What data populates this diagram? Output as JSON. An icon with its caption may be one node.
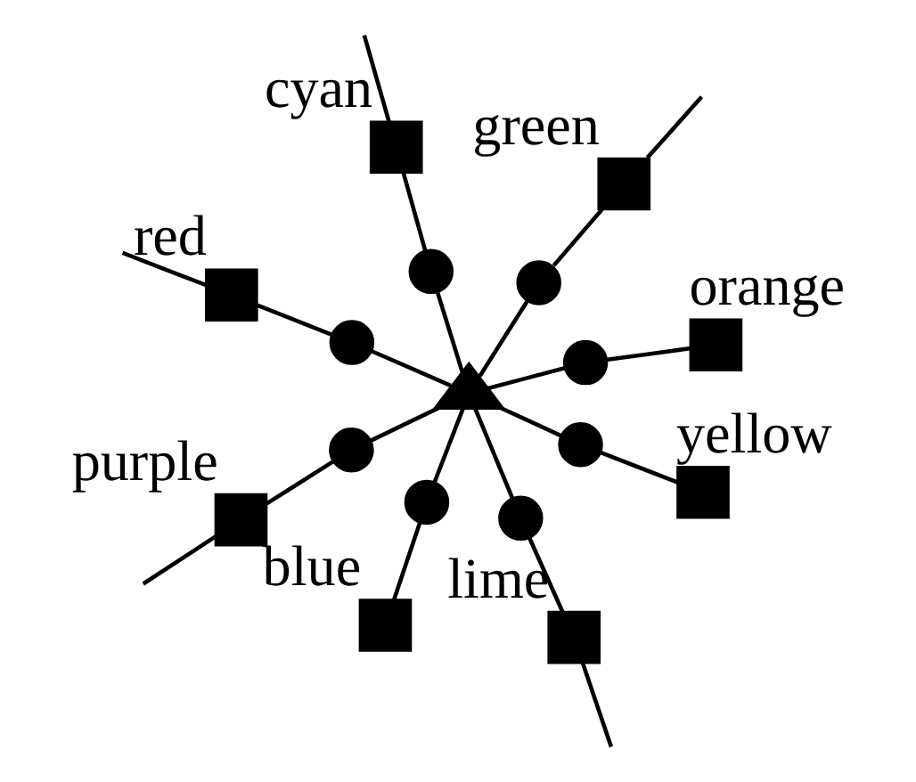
{
  "diagram": {
    "nodes": [
      {
        "text": [],
        "shape": "triangle"
      },
      {
        "text": [],
        "shape": "circle"
      },
      {
        "text": [],
        "shape": "box",
        "beside": [
          "yellow"
        ]
      },
      {
        "text": [],
        "shape": "circle"
      },
      {
        "text": [],
        "shape": "box",
        "beside": [
          "orange"
        ]
      },
      {
        "text": [],
        "shape": "circle"
      },
      {
        "text": [],
        "shape": "box",
        "beside": [
          "red"
        ]
      },
      {
        "text": [],
        "shape": "circle"
      },
      {
        "text": [],
        "shape": "box",
        "beside": [
          "purple"
        ]
      },
      {
        "text": [],
        "shape": "circle"
      },
      {
        "text": [],
        "shape": "box",
        "beside": [
          "blue"
        ]
      },
      {
        "text": [],
        "shape": "circle"
      },
      {
        "text": [],
        "shape": "box",
        "beside": [
          "cyan"
        ]
      },
      {
        "text": [],
        "shape": "circle"
      },
      {
        "text": [],
        "shape": "box",
        "beside": [
          "green"
        ]
      },
      {
        "text": [],
        "shape": "circle"
      },
      {
        "text": [],
        "shape": "box",
        "beside": [
          "lime"
        ]
      }
    ],
    "edges": [
      {
        "from": 0,
        "to": 1,
        "arrow": "none"
      },
      {
        "from": 1,
        "to": 2,
        "arrow": "none"
      },
      {
        "from": 0,
        "to": 3,
        "arrow": "none"
      },
      {
        "from": 3,
        "to": 4,
        "arrow": "none"
      },
      {
        "from": 0,
        "to": 5,
        "arrow": "none"
      },
      {
        "from": 5,
        "to": 6,
        "arrow": "none"
      },
      {
        "from": 6,
        "to": null,
        "arrow": "none"
      },
      {
        "from": 0,
        "to": 7,
        "arrow": "none"
      },
      {
        "from": 7,
        "to": 8,
        "arrow": "none"
      },
      {
        "from": 8,
        "to": null,
        "arrow": "none"
      },
      {
        "from": 0,
        "to": 9,
        "arrow": "none"
      },
      {
        "from": 9,
        "to": 10,
        "arrow": "none"
      },
      {
        "from": 0,
        "to": 11,
        "arrow": "none"
      },
      {
        "from": 11,
        "to": 12,
        "arrow": "none"
      },
      {
        "from": 12,
        "to": null,
        "arrow": "none"
      },
      {
        "from": 0,
        "to": 13,
        "arrow": "none"
      },
      {
        "from": 13,
        "to": 14,
        "arrow": "none"
      },
      {
        "from": 14,
        "to": null,
        "arrow": "none"
      },
      {
        "from": 0,
        "to": 15,
        "arrow": "none"
      },
      {
        "from": 15,
        "to": 16,
        "arrow": "none"
      },
      {
        "from": 16,
        "to": null,
        "arrow": "none"
      }
    ]
  }
}
